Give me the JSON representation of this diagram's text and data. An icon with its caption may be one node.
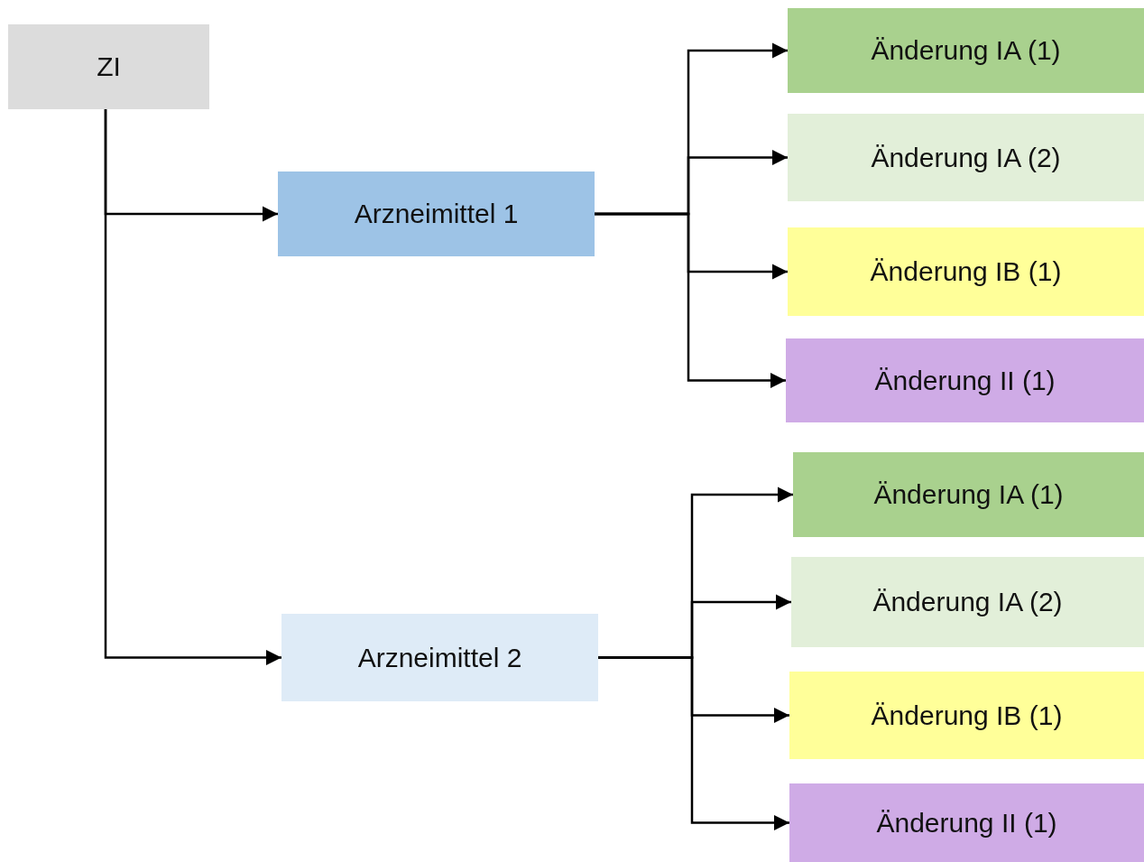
{
  "diagram": {
    "nodes": [
      {
        "text": [
          "ZI"
        ]
      },
      {
        "text": [
          "Arzneimittel 1"
        ]
      },
      {
        "text": [
          "Änderung IA (1)"
        ]
      },
      {
        "text": [
          "Änderung IA (2)"
        ]
      },
      {
        "text": [
          "Änderung IB (1)"
        ]
      },
      {
        "text": [
          "Änderung II (1)"
        ]
      },
      {
        "text": [
          "Arzneimittel 2"
        ]
      },
      {
        "text": [
          "Änderung IA (1)"
        ]
      },
      {
        "text": [
          "Änderung IA (2)"
        ]
      },
      {
        "text": [
          "Änderung IB (1)"
        ]
      },
      {
        "text": [
          "Änderung II (1)"
        ]
      }
    ],
    "edges": [
      {
        "from": 0,
        "to": 1,
        "arrow": "to"
      },
      {
        "from": 0,
        "to": 6,
        "arrow": "to"
      },
      {
        "from": 1,
        "to": 2,
        "arrow": "to"
      },
      {
        "from": 1,
        "to": 3,
        "arrow": "to"
      },
      {
        "from": 1,
        "to": 4,
        "arrow": "to"
      },
      {
        "from": 1,
        "to": 5,
        "arrow": "to"
      },
      {
        "from": 6,
        "to": 7,
        "arrow": "to"
      },
      {
        "from": 6,
        "to": 8,
        "arrow": "to"
      },
      {
        "from": 6,
        "to": 9,
        "arrow": "to"
      },
      {
        "from": 6,
        "to": 10,
        "arrow": "to"
      }
    ]
  }
}
